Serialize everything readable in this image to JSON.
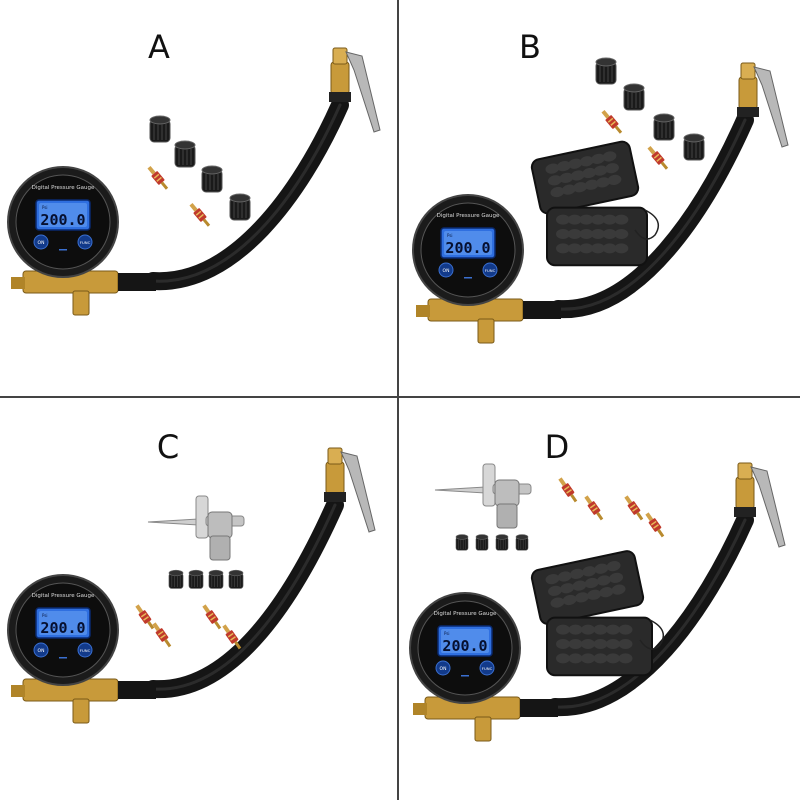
{
  "panels": [
    {
      "label": "A",
      "reading": "200.0",
      "gauge_title": "Digital Pressure Gauge",
      "btn_on": "ON",
      "btn_func": "FUNC",
      "unit": "Psi",
      "has_case": false,
      "has_tool": false
    },
    {
      "label": "B",
      "reading": "200.0",
      "gauge_title": "Digital Pressure Gauge",
      "btn_on": "ON",
      "btn_func": "FUNC",
      "unit": "Psi",
      "has_case": true,
      "has_tool": false
    },
    {
      "label": "C",
      "reading": "200.0",
      "gauge_title": "Digital Pressure Gauge",
      "btn_on": "ON",
      "btn_func": "FUNC",
      "unit": "Psi",
      "has_case": false,
      "has_tool": true
    },
    {
      "label": "D",
      "reading": "200.0",
      "gauge_title": "Digital Pressure Gauge",
      "btn_on": "ON",
      "btn_func": "FUNC",
      "unit": "Psi",
      "has_case": true,
      "has_tool": true
    }
  ],
  "colors": {
    "lcd": "#2f6fe0",
    "lcd_glow": "#8fc3ff",
    "gauge_body": "#1b1b1b",
    "hose": "#151515",
    "brass": "#c89a3a",
    "valve_red": "#c0392b",
    "case": "#2a2a2a"
  }
}
